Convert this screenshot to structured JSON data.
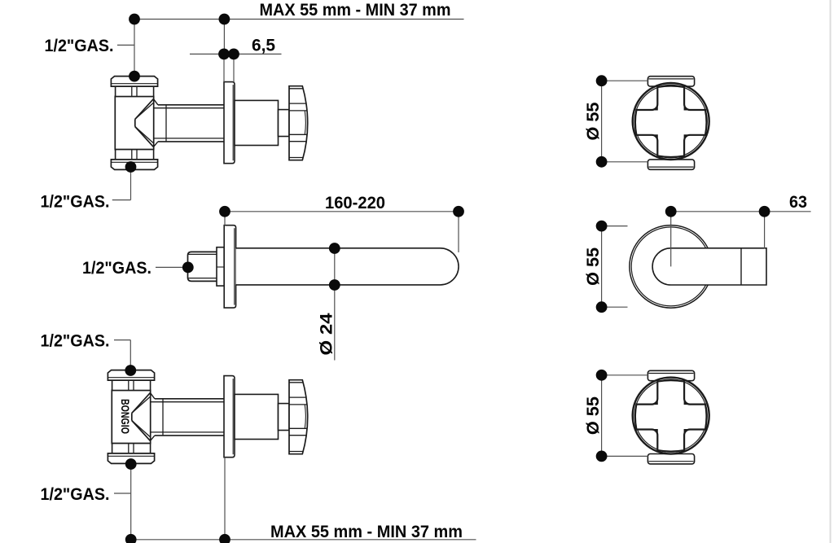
{
  "colors": {
    "ink": "#1b1b1b",
    "dimension_line": "#4f4f4f",
    "dot": "#0a0a0a",
    "text": "#050505",
    "background": "#ffffff",
    "scan_edge": "#dcdcdc"
  },
  "drawing": {
    "brand_label": "BONGIO",
    "connection_label": "1/2\"GAS.",
    "dim_max_min_top": "MAX 55 mm - MIN 37 mm",
    "dim_max_min_bottom": "MAX 55 mm - MIN 37 mm",
    "dim_plate_thickness": "6,5",
    "dim_spout_length": "160-220",
    "dim_spout_diameter": "Ø 24",
    "dim_escutcheon_top": "Ø 55",
    "dim_escutcheon_middle": "Ø 55",
    "dim_escutcheon_bottom": "Ø 55",
    "dim_spout_projection": "63"
  }
}
